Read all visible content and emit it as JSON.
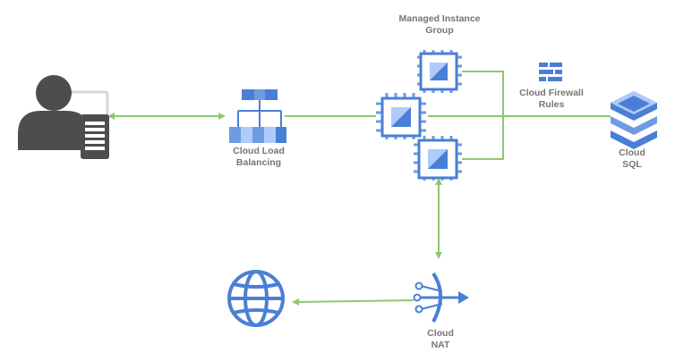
{
  "nodes": {
    "user": {
      "icon": "user-with-phone-icon"
    },
    "load_balancer": {
      "icon": "cloud-load-balancing-icon",
      "label_line1": "Cloud Load",
      "label_line2": "Balancing"
    },
    "instance_group": {
      "icon": "compute-chip-icon",
      "label_line1": "Managed Instance",
      "label_line2": "Group"
    },
    "firewall": {
      "icon": "firewall-icon",
      "label_line1": "Cloud Firewall",
      "label_line2": "Rules"
    },
    "sql": {
      "icon": "cloud-sql-icon",
      "label_line1": "Cloud",
      "label_line2": "SQL"
    },
    "nat": {
      "icon": "cloud-nat-icon",
      "label_line1": "Cloud",
      "label_line2": "NAT"
    },
    "internet": {
      "icon": "globe-icon"
    }
  },
  "colors": {
    "connector": "#8dc870",
    "icon_blue_dark": "#4a7fd6",
    "icon_blue_light": "#aecbfa",
    "user_gray": "#4d4d4d",
    "label_gray": "#757575"
  }
}
